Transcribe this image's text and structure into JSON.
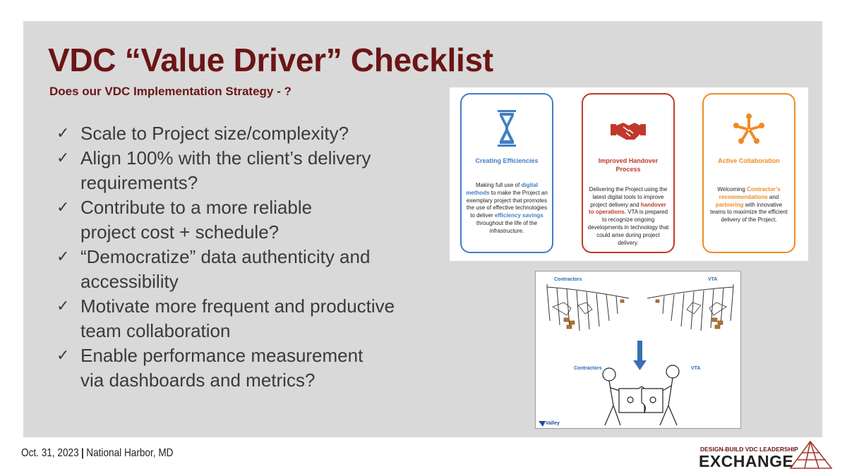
{
  "slide": {
    "title": "VDC “Value Driver” Checklist",
    "subtitle": "Does our VDC Implementation Strategy - ?"
  },
  "checklist": {
    "mark": "✓",
    "items": [
      {
        "lines": [
          "Scale to Project size/complexity?"
        ]
      },
      {
        "lines": [
          "Align 100% with the client’s delivery",
          "requirements?"
        ]
      },
      {
        "lines": [
          "Contribute to a more reliable",
          "project cost + schedule?"
        ]
      },
      {
        "lines": [
          "“Democratize” data authenticity and",
          "accessibility"
        ]
      },
      {
        "lines": [
          "Motivate more frequent and productive",
          "team collaboration"
        ]
      },
      {
        "lines": [
          "Enable performance measurement",
          "via dashboards and metrics?"
        ]
      }
    ]
  },
  "cards": [
    {
      "title": "Creating Efficiencies",
      "color": "#3f7ec6",
      "icon": "hourglass-icon",
      "body": [
        {
          "text": "Making full use of "
        },
        {
          "text": "digital methods",
          "hl": true
        },
        {
          "text": " to make the Project an exemplary project that promotes the use of effective technologies to deliver "
        },
        {
          "text": "efficiency savings",
          "hl": true
        },
        {
          "text": " throughout the life of the infrastructure."
        }
      ]
    },
    {
      "title": "Improved Handover Process",
      "color": "#c0392b",
      "icon": "handshake-icon",
      "body": [
        {
          "text": "Delivering the Project using the latest digital tools to improve project delivery and "
        },
        {
          "text": "handover to operations.",
          "hl": true
        },
        {
          "text": " VTA is prepared to recognize ongoing developments in technology that could arise during project delivery."
        }
      ]
    },
    {
      "title": "Active Collaboration",
      "color": "#f08a24",
      "icon": "team-circle-icon",
      "body": [
        {
          "text": "Welcoming "
        },
        {
          "text": "Contractor’s recommendations",
          "hl": true
        },
        {
          "text": " and "
        },
        {
          "text": "partnering",
          "hl": true
        },
        {
          "text": " with innovative teams to maximize the efficient delivery of the Project."
        }
      ]
    }
  ],
  "illustration": {
    "top_left_label": "Contractors",
    "top_right_label": "VTA",
    "bottom_left_label": "Contractors",
    "bottom_right_label": "VTA",
    "corner_label": "Valley"
  },
  "footer": {
    "date": "Oct. 31, 2023",
    "separator": "|",
    "location": "National Harbor, MD"
  },
  "logo": {
    "tagline": "DESIGN-BUILD VDC LEADERSHIP",
    "name": "EXCHANGE"
  }
}
